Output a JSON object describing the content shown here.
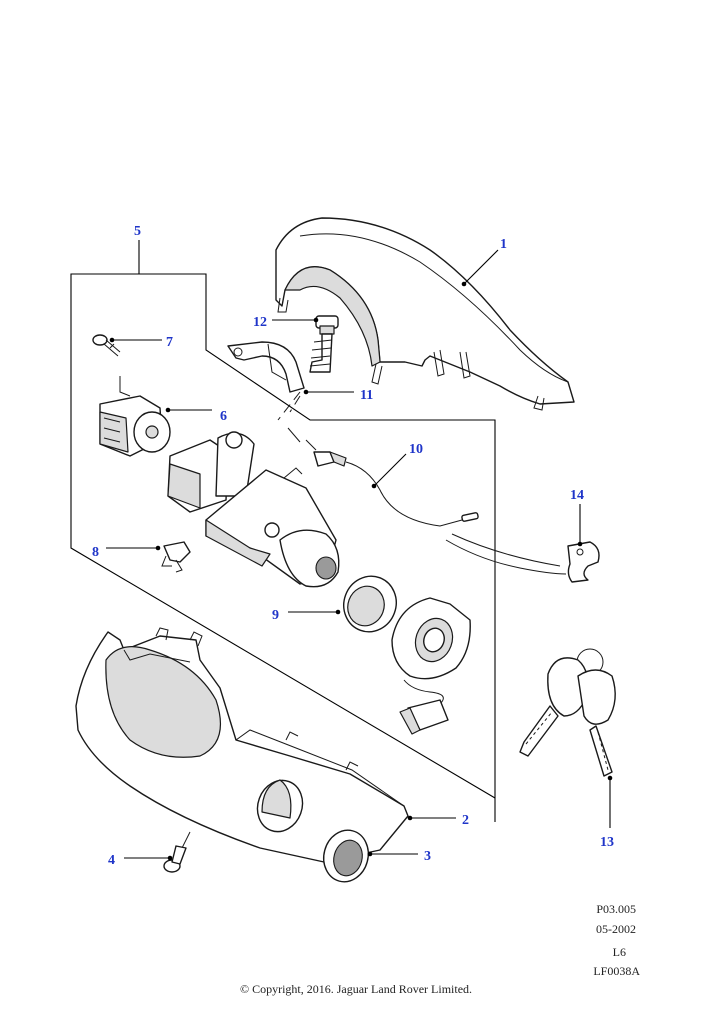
{
  "diagram": {
    "callouts": {
      "c1": "1",
      "c2": "2",
      "c3": "3",
      "c4": "4",
      "c5": "5",
      "c6": "6",
      "c7": "7",
      "c8": "8",
      "c9": "9",
      "c10": "10",
      "c11": "11",
      "c12": "12",
      "c13": "13",
      "c14": "14"
    },
    "callout_color": "#1f35c9",
    "parts": {
      "p1": "upper-steering-column-shroud",
      "p2": "lower-steering-column-shroud",
      "p3": "ignition-bezel-ring",
      "p4": "shroud-screw",
      "p5": "ignition-lock-assembly",
      "p6": "ignition-switch",
      "p7": "switch-screw",
      "p8": "clip",
      "p9": "transponder-ring",
      "p10": "cable",
      "p11": "clamp",
      "p12": "bolt",
      "p13": "keys",
      "p14": "cable-clip"
    }
  },
  "footer": {
    "ref_code": "P03.005",
    "date": "05-2002",
    "variant": "L6",
    "figure_id": "LF0038A",
    "copyright": "© Copyright, 2016. Jaguar Land Rover Limited."
  }
}
